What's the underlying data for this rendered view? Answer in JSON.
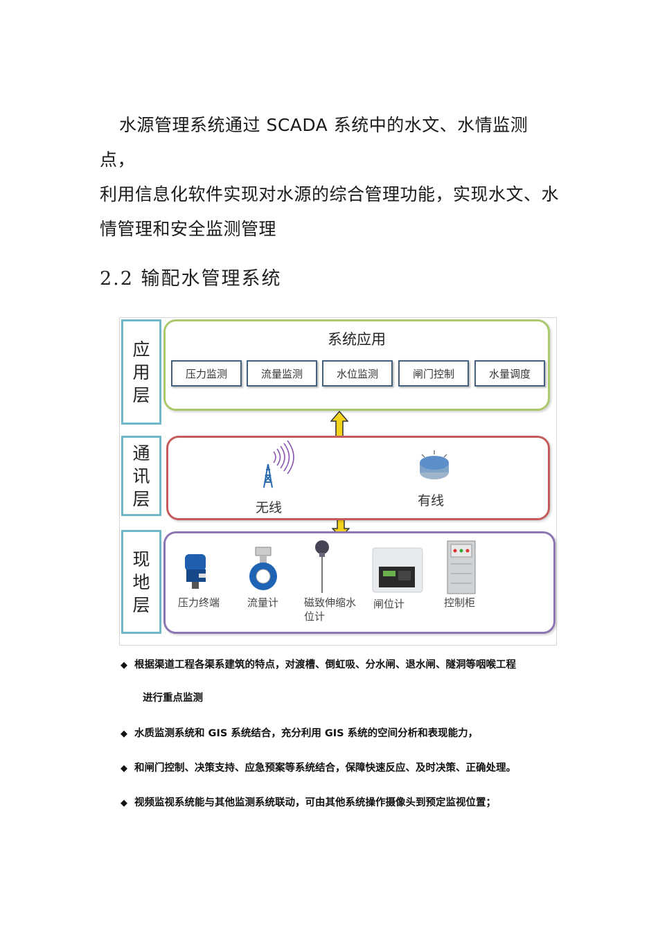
{
  "paragraph": {
    "line1": "水源管理系统通过 SCADA 系统中的水文、水情监测点，",
    "line2": "利用信息化软件实现对水源的综合管理功能，实现水文、水",
    "line3": "情管理和安全监测管理"
  },
  "heading": "2.2 输配水管理系统",
  "diagram": {
    "layers": {
      "application": [
        "应",
        "用",
        "层"
      ],
      "communication": [
        "通",
        "讯",
        "层"
      ],
      "field": [
        "现",
        "地",
        "层"
      ]
    },
    "application_panel": {
      "title": "系统应用",
      "buttons": [
        "压力监测",
        "流量监测",
        "水位监测",
        "闸门控制",
        "水量调度"
      ]
    },
    "communication_panel": {
      "wireless": "无线",
      "wired": "有线"
    },
    "field_panel": {
      "devices": [
        "压力终端",
        "流量计",
        "磁致伸缩水",
        "位计",
        "闸位计",
        "控制柜"
      ]
    }
  },
  "bullets": [
    {
      "text": "根据渠道工程各渠系建筑的特点，对渡槽、倒虹吸、分水闸、退水闸、隧洞等咽喉工程",
      "cont": "进行重点监测"
    },
    {
      "text": "水质监测系统和 GIS 系统结合，充分利用 GIS 系统的空间分析和表现能力，"
    },
    {
      "text": "和闸门控制、决策支持、应急预案等系统结合，保障快速反应、及时决策、正确处理。"
    },
    {
      "text": "视频监视系统能与其他监测系统联动，可由其他系统操作摄像头到预定监视位置；"
    }
  ],
  "bullet_symbol": "◆",
  "colors": {
    "app_border": "#a9c96a",
    "com_border": "#c45a5a",
    "site_border": "#8d74b3",
    "tab_border": "#6fb7c9",
    "arrow": "#f2d21b"
  }
}
